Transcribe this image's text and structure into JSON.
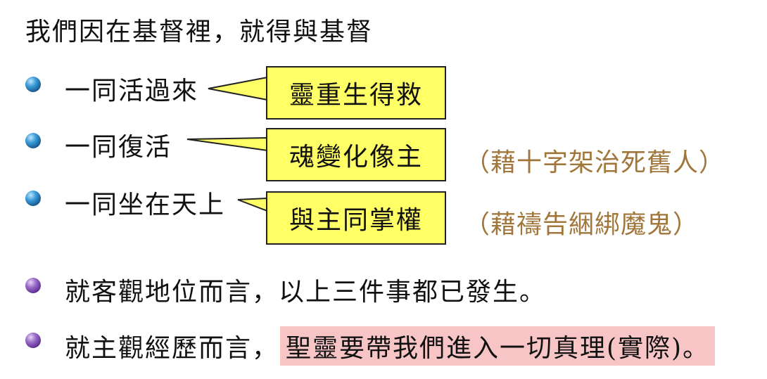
{
  "title": "我們因在基督裡，就得與基督",
  "items": [
    {
      "text": "一同活過來",
      "callout": "靈重生得救",
      "note": ""
    },
    {
      "text": "一同復活",
      "callout": "魂變化像主",
      "note": "（藉十字架治死舊人）"
    },
    {
      "text": "一同坐在天上",
      "callout": "與主同掌權",
      "note": "（藉禱告綑綁魔鬼）"
    }
  ],
  "point4": "就客觀地位而言，以上三件事都已發生。",
  "point5": {
    "prefix": "就主觀經歷而言，",
    "highlight": "聖靈要帶我們進入一切真理(實際)。"
  },
  "colors": {
    "callout_fill": "#ffff66",
    "note_text": "#a0763a",
    "highlight_fill": "#f7c5c5",
    "bullet_blue": "#2a7fc0",
    "bullet_purple": "#7a4cb0"
  }
}
